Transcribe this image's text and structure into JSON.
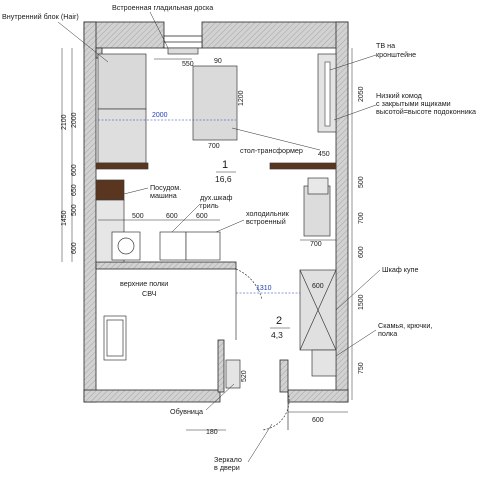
{
  "labels": {
    "ironing_board": "Встроенная гладильная доска",
    "built_in_block": "Внутренний блок (Hair)",
    "tv_bracket_1": "ТВ на",
    "tv_bracket_2": "кронштейне",
    "low_dresser_1": "Низкий комод",
    "low_dresser_2": "с закрытыми ящиками",
    "low_dresser_3": "высотой=высоте подоконника",
    "transformer_table": "стол-трансформер",
    "dishwasher_1": "Посудом.",
    "dishwasher_2": "машина",
    "oven_1": "дух.шкаф",
    "oven_2": "гриль",
    "fridge_1": "холодильник",
    "fridge_2": "встроенный",
    "upper_shelves": "верхние полки",
    "microwave": "СВЧ",
    "wardrobe": "Шкаф купе",
    "bench_1": "Скамья, крючки,",
    "bench_2": "полка",
    "shoe_rack": "Обувница",
    "mirror_1": "Зеркало",
    "mirror_2": "в двери"
  },
  "rooms": [
    {
      "number": "1",
      "area": "16,6"
    },
    {
      "number": "2",
      "area": "4,3"
    }
  ],
  "dimensions": {
    "top_550": "550",
    "top_90": "90",
    "bed_2000": "2000",
    "table_1200": "1200",
    "table_700": "700",
    "tv_2050": "2050",
    "tv_450": "450",
    "left_2100": "2100",
    "left_2000": "2000",
    "left_600": "600",
    "left_650": "650",
    "left_1450": "1450",
    "left_500": "500",
    "left_600b": "600",
    "kitchen_500": "500",
    "kitchen_600a": "600",
    "kitchen_600b": "600",
    "right_500": "500",
    "right_700a": "700",
    "right_600": "600",
    "right_1500": "1500",
    "right_750": "750",
    "bottom_700": "700",
    "hall_1310": "1310",
    "hall_600": "600",
    "hall_520": "520",
    "bottom_180": "180",
    "bottom_600": "600"
  },
  "colors": {
    "wall": "#cfcfcf",
    "wall_line": "#2a2a2a",
    "furniture": "#dcdcdc",
    "wood": "#5a3520",
    "blue_dim": "#1f3fb0"
  }
}
